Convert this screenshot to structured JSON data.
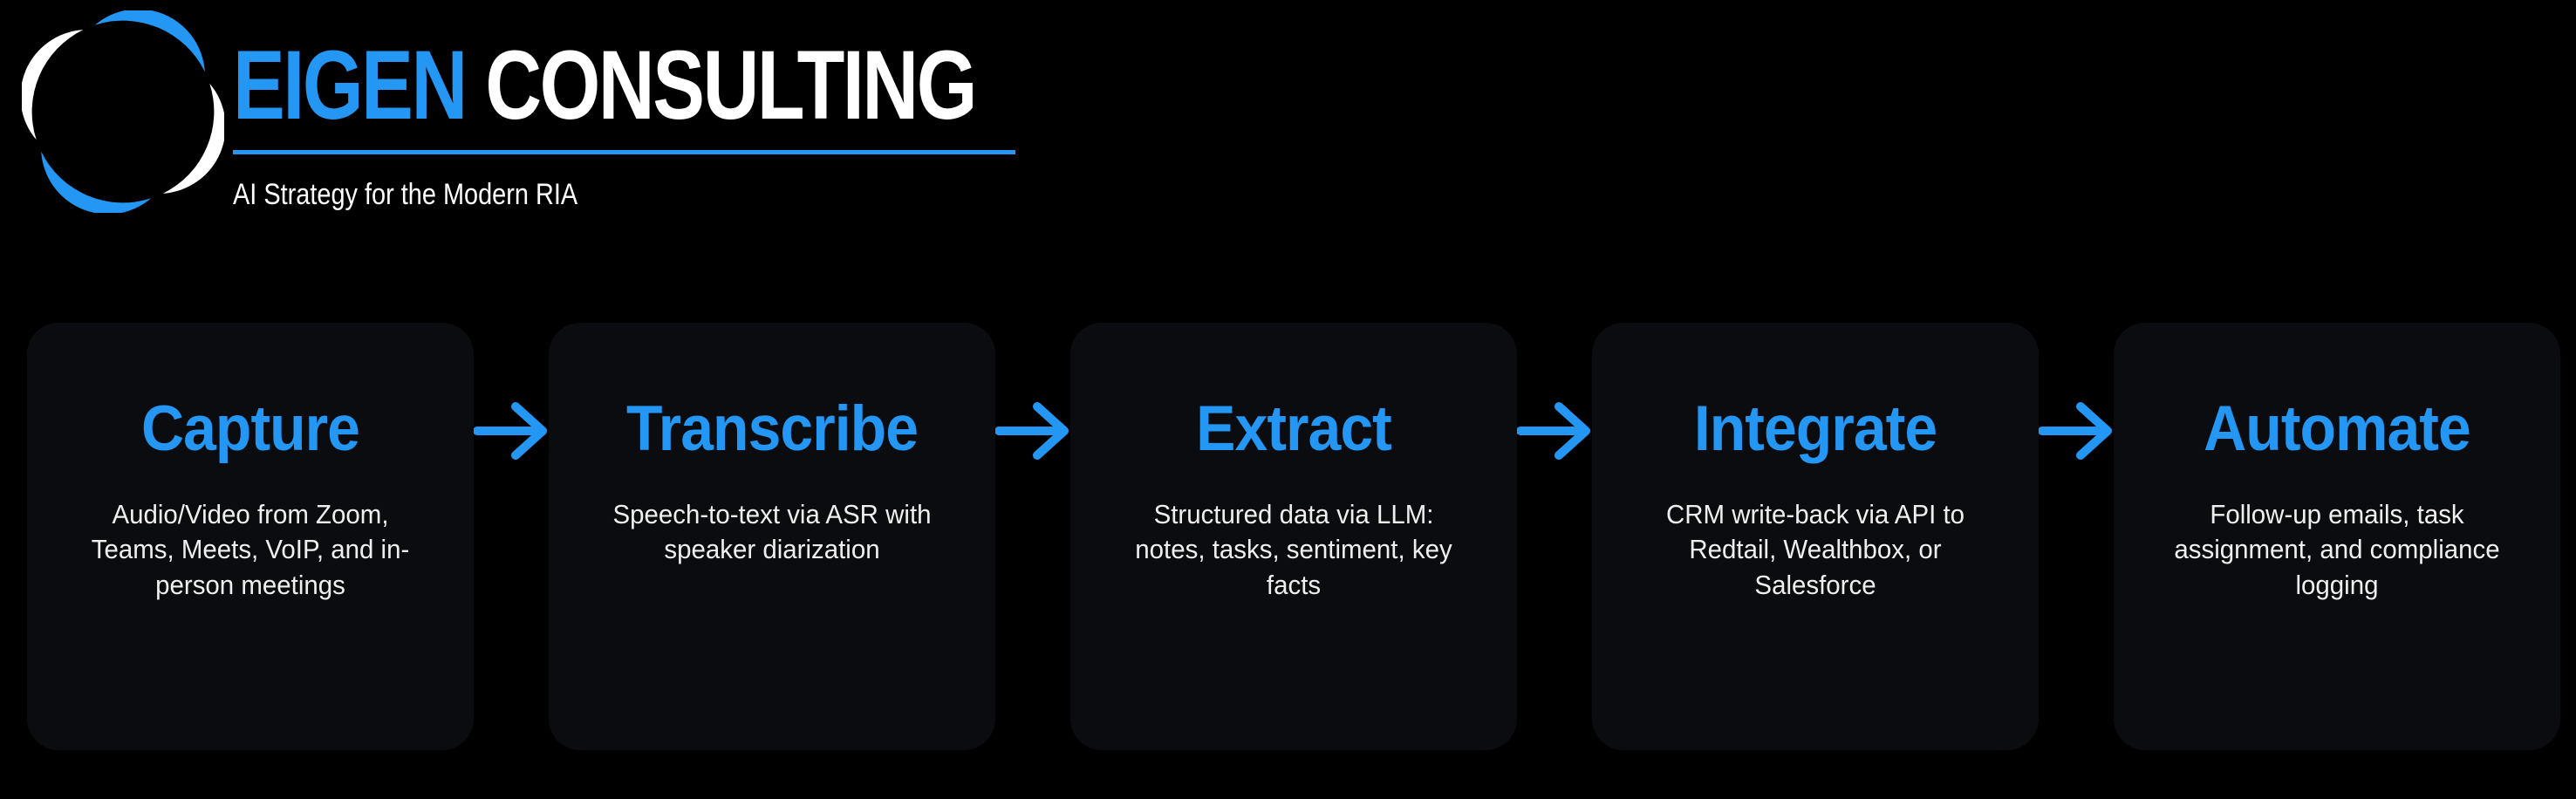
{
  "brand": {
    "title_primary": "EIGEN",
    "title_secondary": "CONSULTING",
    "tagline": "AI Strategy for the Modern RIA",
    "logo": "swirl-vortex-logo"
  },
  "colors": {
    "accent": "#2397f3",
    "page_bg": "#000000",
    "card_bg": "#0b0c0f",
    "text_primary": "#ffffff",
    "text_body": "#efefef",
    "logo_white": "#ffffff"
  },
  "pipeline": {
    "arrow_icon": "arrow-right-icon",
    "steps": [
      {
        "title": "Capture",
        "description": "Audio/Video from Zoom, Teams, Meets, VoIP, and in-person meetings"
      },
      {
        "title": "Transcribe",
        "description": "Speech-to-text via ASR with speaker diarization"
      },
      {
        "title": "Extract",
        "description": "Structured data via LLM: notes, tasks, sentiment, key facts"
      },
      {
        "title": "Integrate",
        "description": "CRM write-back via API to Redtail, Wealthbox, or Salesforce"
      },
      {
        "title": "Automate",
        "description": "Follow-up emails, task assignment, and compliance logging"
      }
    ]
  }
}
